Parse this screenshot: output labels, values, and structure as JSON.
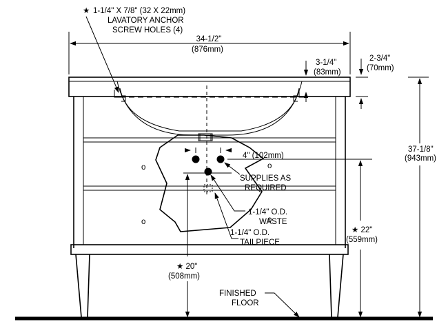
{
  "labels": {
    "anchor_star": "★",
    "anchor_line1": "1-1/4\" X 7/8\" (32 X 22mm)",
    "anchor_line2": "LAVATORY ANCHOR",
    "anchor_line3": "SCREW HOLES (4)",
    "width_in": "34-1/2\"",
    "width_mm": "(876mm)",
    "deck_in": "3-1/4\"",
    "deck_mm": "(83mm)",
    "deck_rim_in": "2-3/4\"",
    "deck_rim_mm": "(70mm)",
    "overall_height_in": "37-1/8\"",
    "overall_height_mm": "(943mm)",
    "supply_spacing": "4\" (102mm)",
    "supplies_line1": "SUPPLIES AS",
    "supplies_line2": "REQUIRED",
    "waste_line1": "1-1/4\" O.D.",
    "waste_line2": "WASTE",
    "tailpiece_line1": "1-1/4\" O.D.",
    "tailpiece_line2": "TAILPIECE",
    "supply_height_in": "★ 22\"",
    "supply_height_mm": "(559mm)",
    "waste_height_in": "★ 20\"",
    "waste_height_mm": "(508mm)",
    "floor_line1": "FINISHED",
    "floor_line2": "FLOOR",
    "drawer_knob": "o"
  }
}
